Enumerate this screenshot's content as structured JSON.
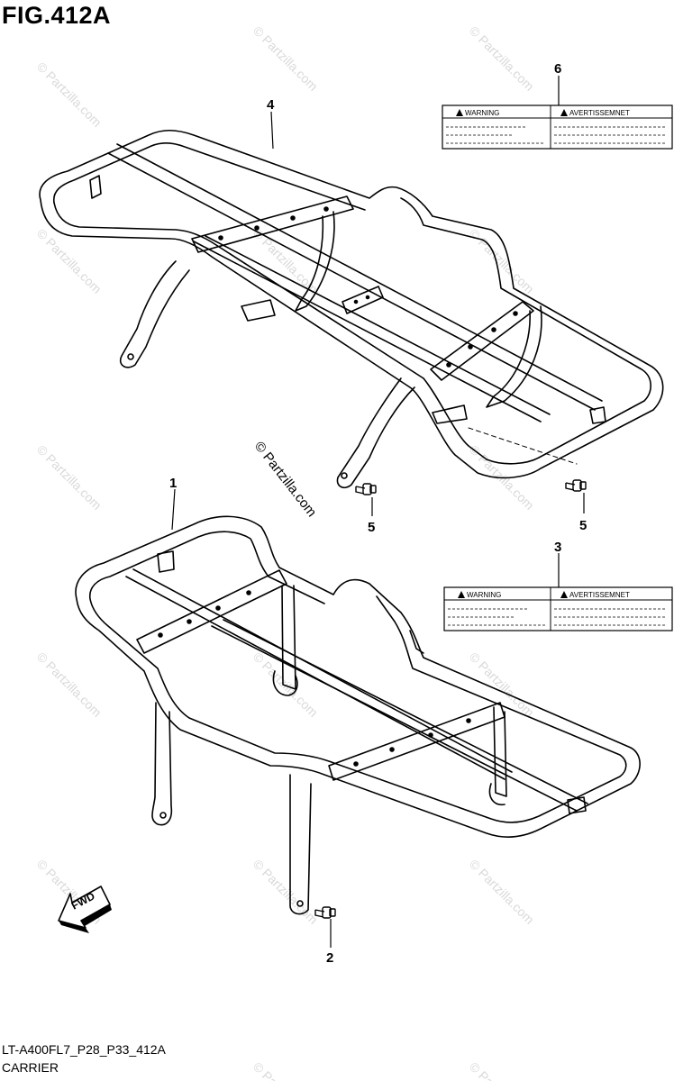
{
  "figure": {
    "title": "FIG.412A",
    "code": "LT-A400FL7_P28_P33_412A",
    "name": "CARRIER"
  },
  "callouts": [
    "1",
    "2",
    "3",
    "4",
    "5",
    "5",
    "6"
  ],
  "warning_labels": [
    {
      "left": "WARNING",
      "right": "AVERTISSEMNET"
    },
    {
      "left": "WARNING",
      "right": "AVERTISSEMNET"
    }
  ],
  "fwd_arrow": "FWD",
  "copyright": "© Partzilla.com",
  "watermark": "© Partzilla.com"
}
